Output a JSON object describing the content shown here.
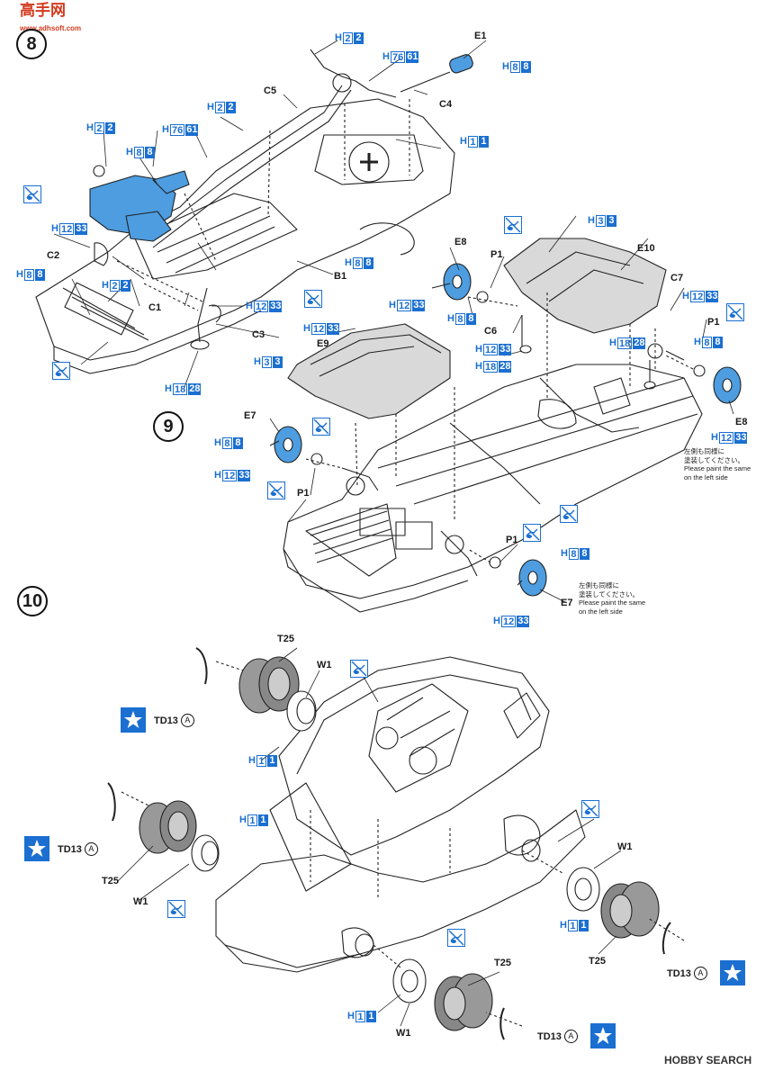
{
  "watermark_top": "高手网",
  "watermark_bottom": "HOBBY SEARCH",
  "steps": [
    "8",
    "9",
    "10"
  ],
  "paint_codes": {
    "h2": {
      "prefix": "H",
      "num": "2",
      "fill": "2"
    },
    "h76": {
      "prefix": "H",
      "num": "76",
      "fill": "61"
    },
    "h8": {
      "prefix": "H",
      "num": "8",
      "fill": "8"
    },
    "h1": {
      "prefix": "H",
      "num": "1",
      "fill": "1"
    },
    "h12": {
      "prefix": "H",
      "num": "12",
      "fill": "33"
    },
    "h18": {
      "prefix": "H",
      "num": "18",
      "fill": "28"
    },
    "h3": {
      "prefix": "H",
      "num": "3",
      "fill": "3"
    }
  },
  "parts": {
    "e1": "E1",
    "c4": "C4",
    "c5": "C5",
    "c2": "C2",
    "c1": "C1",
    "c3": "C3",
    "b1": "B1",
    "e8": "E8",
    "p1": "P1",
    "e10": "E10",
    "c7": "C7",
    "c6": "C6",
    "e9": "E9",
    "e7": "E7",
    "t25": "T25",
    "w1": "W1"
  },
  "td13": "TD13",
  "td13_mark": "A",
  "left_side_note": {
    "jp1": "左側も同様に",
    "jp2": "塗装してください。",
    "en1": "Please paint the same",
    "en2": "on the left side"
  },
  "colors": {
    "accent": "#1a6fd0",
    "part_blue": "#4d9de0",
    "line": "#222222"
  },
  "icons": {
    "no_paint": "no-paint-icon",
    "decal": "star-decal-icon"
  }
}
